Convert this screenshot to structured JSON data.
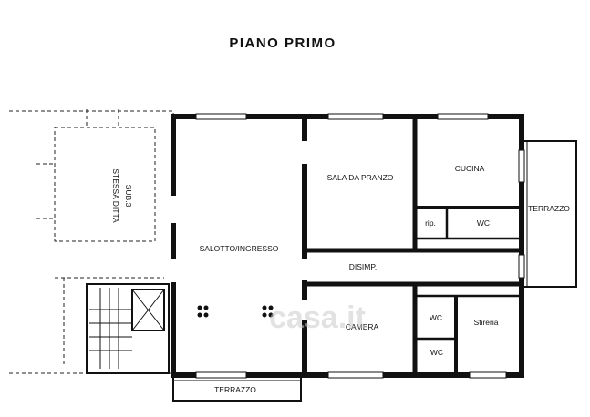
{
  "title": "PIANO PRIMO",
  "rooms": {
    "stessa_ditta_line1": "STESSA DITTA",
    "stessa_ditta_line2": "SUB.3",
    "salotto": "SALOTTO/INGRESSO",
    "sala_pranzo": "SALA DA PRANZO",
    "cucina": "CUCINA",
    "rip": "rip.",
    "wc_top": "WC",
    "terrazzo_right": "TERRAZZO",
    "disimp": "DISIMP.",
    "camera": "CAMERA",
    "wc_mid": "WC",
    "stireria": "Stireria",
    "wc_bottom": "WC",
    "terrazzo_bottom": "TERRAZZO"
  },
  "watermark": "casa.it"
}
